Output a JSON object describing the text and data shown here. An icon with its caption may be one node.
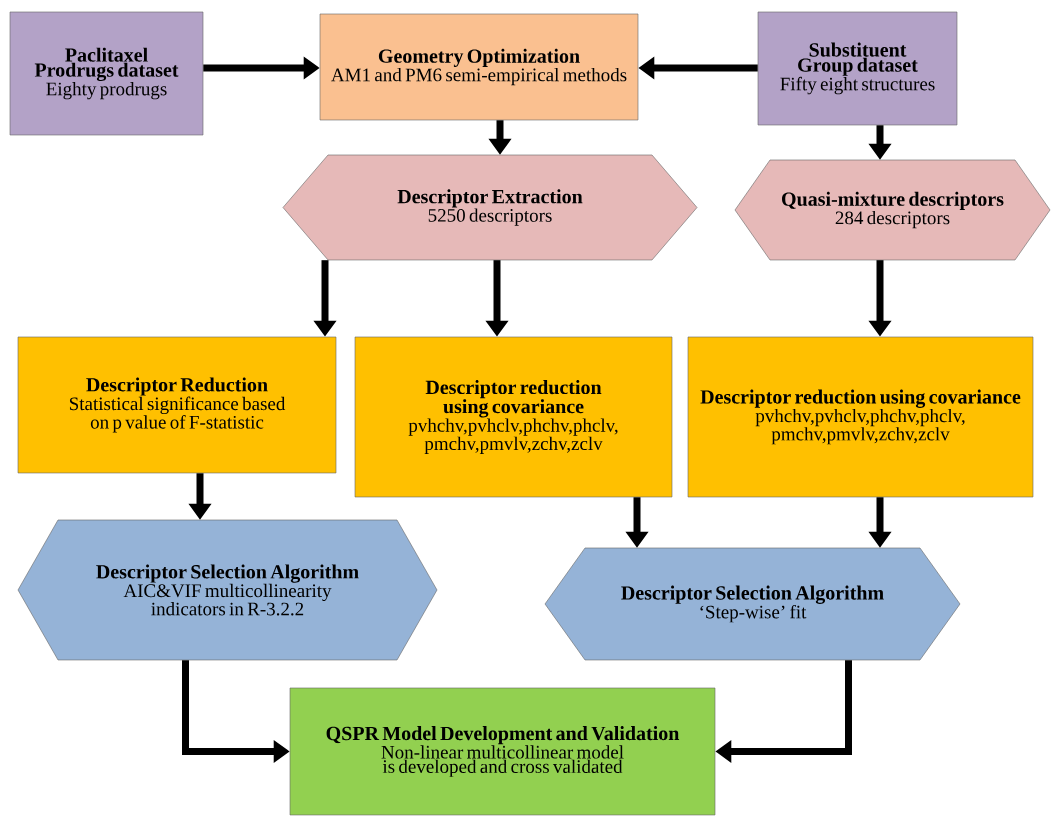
{
  "diagram": {
    "nodes": [
      {
        "text": [
          "Paclitaxel Prodrugs dataset",
          "Eighty prodrugs"
        ]
      },
      {
        "text": [
          "Geometry Optimization",
          "AM1 and PM6 semi-empirical methods"
        ]
      },
      {
        "text": [
          "Substituent Group dataset",
          "Fifty eight structures"
        ]
      },
      {
        "text": [
          "Descriptor Extraction",
          "5250 descriptors"
        ]
      },
      {
        "text": [
          "Quasi-mixture descriptors",
          "284 descriptors"
        ]
      },
      {
        "text": [
          "Descriptor Reduction",
          "Statistical significance based on p value of F-statistic"
        ]
      },
      {
        "text": [
          "Descriptor reduction using covariance",
          "pvhchv,pvhclv,phchv,phclv, pmchv,pmvlv,zchv,zclv"
        ]
      },
      {
        "text": [
          "Descriptor reduction using covariance",
          "pvhchv,pvhclv,phchv,phclv, pmchv,pmvlv,zchv,zclv"
        ]
      },
      {
        "text": [
          "Descriptor Selection Algorithm",
          "AIC&VIF multicollinearity indicators in R-3.2.2"
        ]
      },
      {
        "text": [
          "Descriptor Selection Algorithm",
          "‘Step-wise’ fit"
        ]
      },
      {
        "text": [
          "QSPR Model Development and Validation",
          "Non-linear multicollinear model is developed and cross validated"
        ]
      }
    ],
    "edges": [
      {
        "from": 0,
        "to": 1,
        "arrow": "to"
      },
      {
        "from": 2,
        "to": 1,
        "arrow": "to"
      },
      {
        "from": 1,
        "to": 3,
        "arrow": "to"
      },
      {
        "from": 2,
        "to": 4,
        "arrow": "to"
      },
      {
        "from": 3,
        "to": 5,
        "arrow": "to"
      },
      {
        "from": 3,
        "to": 6,
        "arrow": "to"
      },
      {
        "from": 4,
        "to": 7,
        "arrow": "to"
      },
      {
        "from": 5,
        "to": 8,
        "arrow": "to"
      },
      {
        "from": 6,
        "to": 9,
        "arrow": "to"
      },
      {
        "from": 7,
        "to": 9,
        "arrow": "to"
      },
      {
        "from": 8,
        "to": 10,
        "arrow": "to"
      },
      {
        "from": 9,
        "to": 10,
        "arrow": "to"
      }
    ]
  }
}
